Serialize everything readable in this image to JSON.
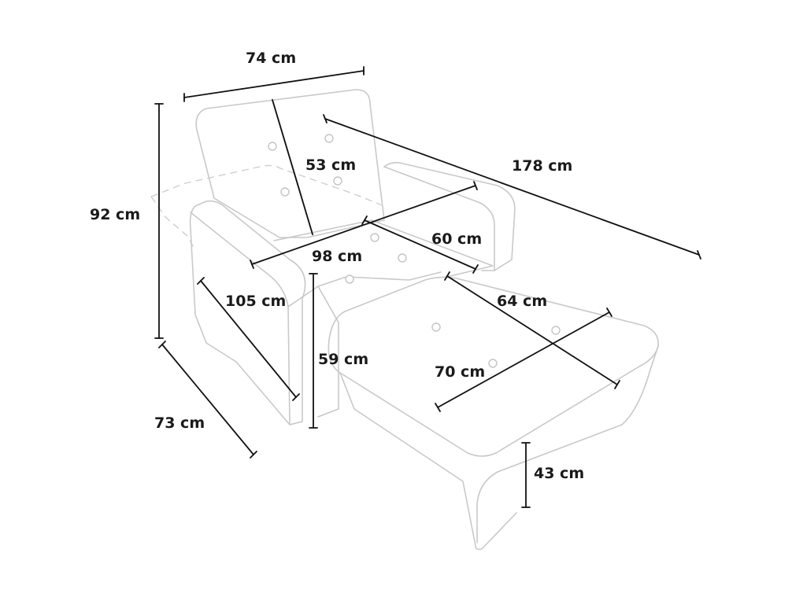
{
  "diagram": {
    "dimensions": {
      "top_width": "74 cm",
      "total_height": "92 cm",
      "backrest_height": "53 cm",
      "bed_length": "178 cm",
      "seat_depth": "60 cm",
      "seat_width": "98 cm",
      "armrest_length": "105 cm",
      "depth": "73 cm",
      "seat_height": "59 cm",
      "ottoman_depth": "64 cm",
      "ottoman_width": "70 cm",
      "ottoman_height": "43 cm"
    },
    "colors": {
      "outline": "#c9c9c9",
      "dimension_line": "#111111",
      "label_text": "#1a1a1a"
    }
  }
}
